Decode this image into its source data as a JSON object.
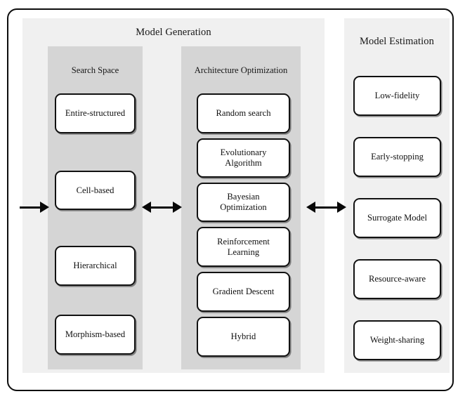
{
  "diagram": {
    "title_generation": "Model Generation",
    "title_estimation": "Model Estimation",
    "columns": {
      "search_space": {
        "title": "Search Space",
        "items": [
          "Entire-structured",
          "Cell-based",
          "Hierarchical",
          "Morphism-based"
        ]
      },
      "architecture_optimization": {
        "title": "Architecture Optimization",
        "items": [
          "Random search",
          "Evolutionary\nAlgorithm",
          "Bayesian\nOptimization",
          "Reinforcement\nLearning",
          "Gradient Descent",
          "Hybrid"
        ]
      },
      "model_estimation": {
        "items": [
          "Low-fidelity",
          "Early-stopping",
          "Surrogate Model",
          "Resource-aware",
          "Weight-sharing"
        ]
      }
    },
    "arrows": [
      {
        "name": "input-arrow",
        "direction": "right"
      },
      {
        "name": "search-to-optimization-arrow",
        "direction": "both"
      },
      {
        "name": "optimization-to-estimation-arrow",
        "direction": "both"
      }
    ],
    "colors": {
      "panel_background": "#f0f0f0",
      "column_background": "#d5d5d5",
      "node_background": "#ffffff",
      "stroke": "#111111"
    }
  }
}
